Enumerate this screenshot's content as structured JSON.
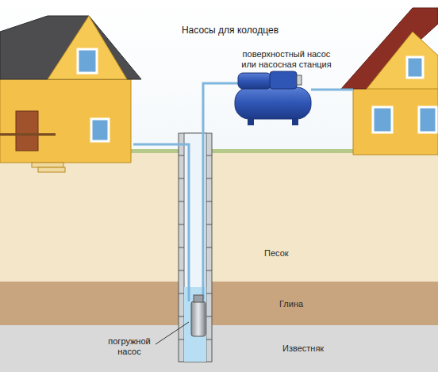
{
  "diagram": {
    "title": "Насосы для колодцев",
    "nodes": [
      {
        "text": [
          "Песок"
        ]
      },
      {
        "text": [
          "Глина"
        ]
      },
      {
        "text": [
          "Известняк"
        ]
      }
    ],
    "labels": [
      "поверхностный насос или насосная станция",
      "погружной насос"
    ]
  }
}
